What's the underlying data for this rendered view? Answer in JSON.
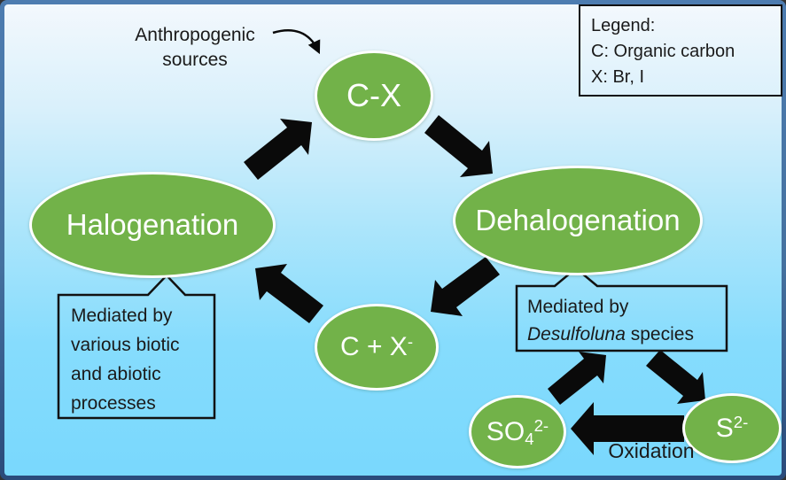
{
  "legend": {
    "title": "Legend:",
    "line_c": "C: Organic carbon",
    "line_x": "X: Br, I"
  },
  "labels": {
    "anthropogenic_line1": "Anthropogenic",
    "anthropogenic_line2": "sources",
    "oxidation": "Oxidation"
  },
  "nodes": {
    "cx": "C-X",
    "halogenation": "Halogenation",
    "dehalogenation": "Dehalogenation",
    "c_plus_x_main": "C + X",
    "c_plus_x_sup": "-",
    "sulfate_main": "SO",
    "sulfate_sub": "4",
    "sulfate_sup": "2-",
    "sulfide_main": "S",
    "sulfide_sup": "2-"
  },
  "callouts": {
    "halogenation_note": [
      "Mediated by",
      "various biotic",
      "and abiotic",
      "processes"
    ],
    "dehalogenation_note_line1": "Mediated by",
    "dehalogenation_note_italic": "Desulfoluna",
    "dehalogenation_note_rest": " species"
  },
  "colors": {
    "node_green": "#72b249",
    "arrow_black": "#0a0a0a",
    "frame_blue": "#4677ab",
    "sky_top": "#f2f8fd",
    "sky_bottom": "#79d8fd",
    "callout_border": "#111111"
  }
}
